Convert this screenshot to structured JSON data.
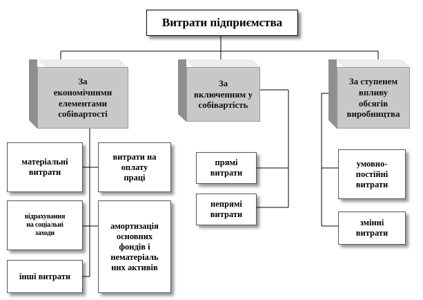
{
  "root": {
    "label": "Витрати підприємства"
  },
  "categories": [
    {
      "label": "За\nекономічними\nелементами\nсобівартості"
    },
    {
      "label": "За\nвключенням у\nсобівартість"
    },
    {
      "label": "За ступенем\nвпливу\nобсягів\nвиробництва"
    }
  ],
  "economic_elements": {
    "material": "матеріальні\nвитрати",
    "labor": "витрати на\nоплату\nпраці",
    "social": "відрахування\nна соціальні\nзаходи",
    "amortization": "амортизація\nосновних\nфондів і\nнематеріаль\nних активів",
    "other": "інші  витрати"
  },
  "cost_inclusion": {
    "direct": "прямі\nвитрати",
    "indirect": "непрямі\nвитрати"
  },
  "volume_influence": {
    "fixed": "умовно-\nпостійні\nвитрати",
    "variable": "змінні\nвитрати"
  }
}
